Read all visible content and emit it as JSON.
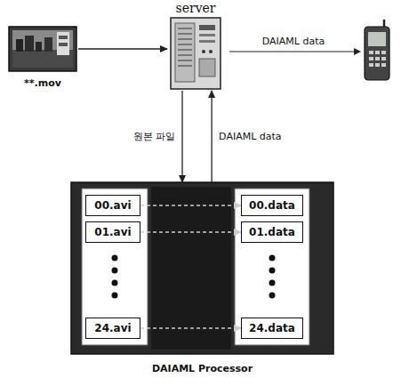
{
  "diagram": {
    "nodes": [
      {
        "text": [
          "**.mov"
        ]
      },
      {
        "text": [
          "server"
        ]
      },
      {
        "text": [
          "DAIAML Processor"
        ]
      },
      {
        "text": [
          "00.avi"
        ],
        "in": 2
      },
      {
        "text": [
          "00.data"
        ],
        "in": 2
      },
      {
        "text": [
          "01.avi"
        ],
        "in": 2
      },
      {
        "text": [
          "01.data"
        ],
        "in": 2
      },
      {
        "text": [
          "24.avi"
        ],
        "in": 2
      },
      {
        "text": [
          "24.data"
        ],
        "in": 2
      }
    ],
    "edges": [
      {
        "from": 0,
        "to": 1,
        "arrow": "to"
      },
      {
        "from": 1,
        "to": 2,
        "label": "원본 파일",
        "arrow": "to"
      },
      {
        "from": 2,
        "to": 1,
        "label": "DAIAML data",
        "arrow": "to"
      },
      {
        "from": 3,
        "to": 4,
        "arrow": "to"
      },
      {
        "from": 5,
        "to": 6,
        "arrow": "to"
      },
      {
        "from": 7,
        "to": 8,
        "arrow": "to"
      }
    ],
    "labels": [
      "DAIAML data"
    ]
  }
}
